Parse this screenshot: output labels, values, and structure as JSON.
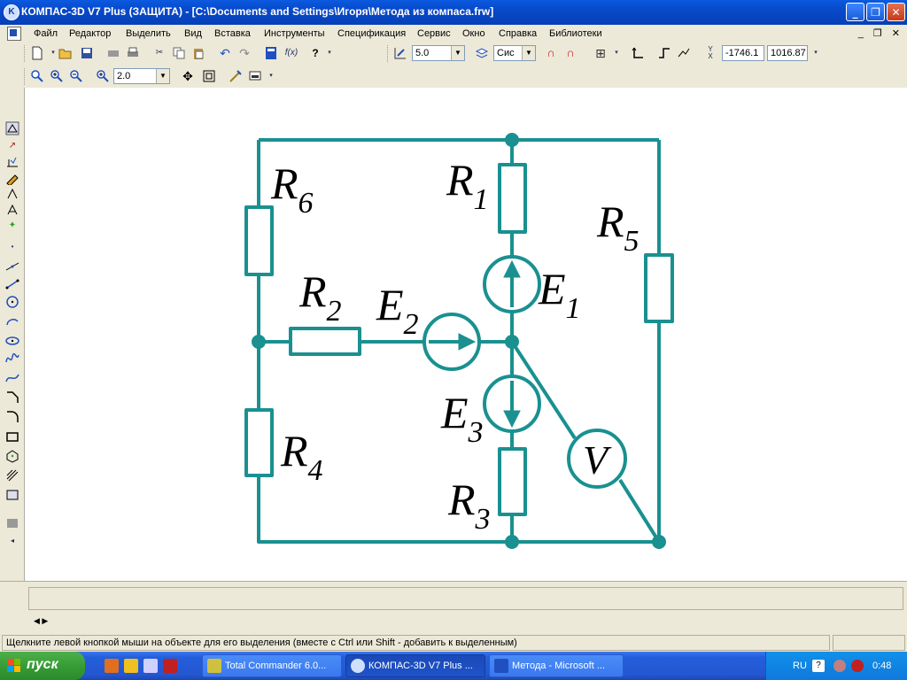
{
  "window": {
    "title": "КОМПАС-3D V7 Plus (ЗАЩИТА) - [C:\\Documents and Settings\\Игоря\\Метода из компаса.frw]",
    "buttons": {
      "minimize": "_",
      "maximize": "❐",
      "close": "✕"
    }
  },
  "menu": {
    "items": [
      "Файл",
      "Редактор",
      "Выделить",
      "Вид",
      "Вставка",
      "Инструменты",
      "Спецификация",
      "Сервис",
      "Окно",
      "Справка",
      "Библиотеки"
    ],
    "mdi_controls": "_ ❐ ✕"
  },
  "toolbar": {
    "step_value": "5.0",
    "layer_combo": "Сис",
    "coord_x": "-1746.1",
    "coord_y": "1016.87",
    "zoom_value": "2.0",
    "help_label": "?",
    "fx_label": "f(x)"
  },
  "diagram": {
    "labels": {
      "R1": {
        "base": "R",
        "sub": "1"
      },
      "R2": {
        "base": "R",
        "sub": "2"
      },
      "R3": {
        "base": "R",
        "sub": "3"
      },
      "R4": {
        "base": "R",
        "sub": "4"
      },
      "R5": {
        "base": "R",
        "sub": "5"
      },
      "R6": {
        "base": "R",
        "sub": "6"
      },
      "E1": {
        "base": "E",
        "sub": "1"
      },
      "E2": {
        "base": "E",
        "sub": "2"
      },
      "E3": {
        "base": "E",
        "sub": "3"
      },
      "V": "V"
    },
    "line_color": "#1a9090"
  },
  "status": {
    "message": "Щелкните левой кнопкой мыши на объекте для его выделения (вместе с Ctrl или Shift - добавить к выделенным)"
  },
  "taskbar": {
    "start_label": "пуск",
    "tasks": [
      {
        "label": "Total Commander 6.0...",
        "active": false
      },
      {
        "label": "КОМПАС-3D V7 Plus ...",
        "active": true
      },
      {
        "label": "Метода - Microsoft ...",
        "active": false
      }
    ],
    "language": "RU",
    "clock": "0:48"
  }
}
